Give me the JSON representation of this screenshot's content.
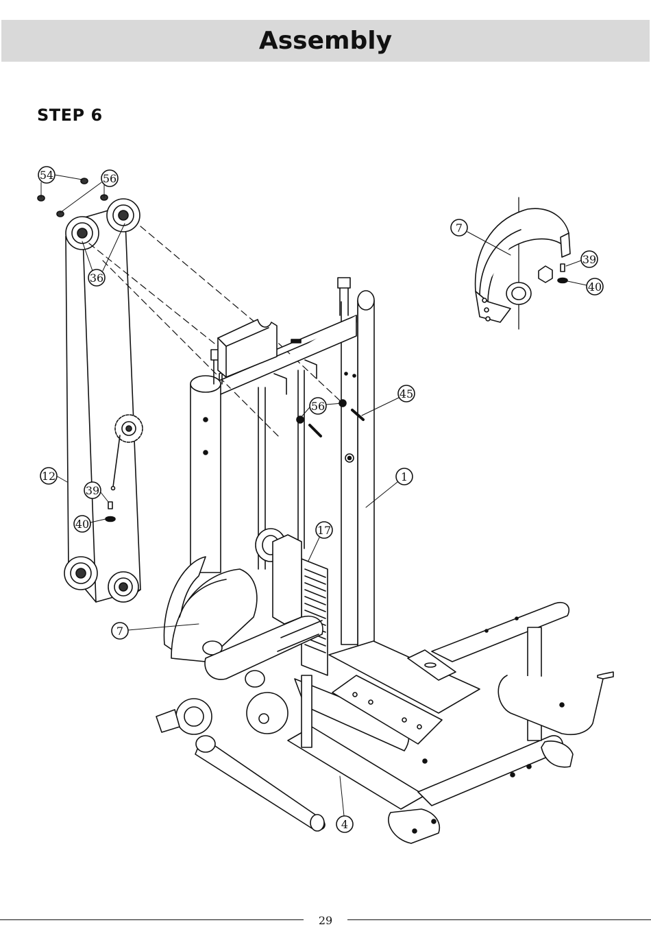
{
  "header": {
    "title": "Assembly"
  },
  "step": {
    "heading": "STEP 6"
  },
  "callouts": {
    "c54": "54",
    "c56a": "56",
    "c36": "36",
    "c12": "12",
    "c39a": "39",
    "c40a": "40",
    "c7a": "7",
    "c39b": "39",
    "c40b": "40",
    "c45": "45",
    "c56b": "56",
    "c1": "1",
    "c17": "17",
    "c7b": "7",
    "c4": "4"
  },
  "footer": {
    "page_number": "29"
  }
}
